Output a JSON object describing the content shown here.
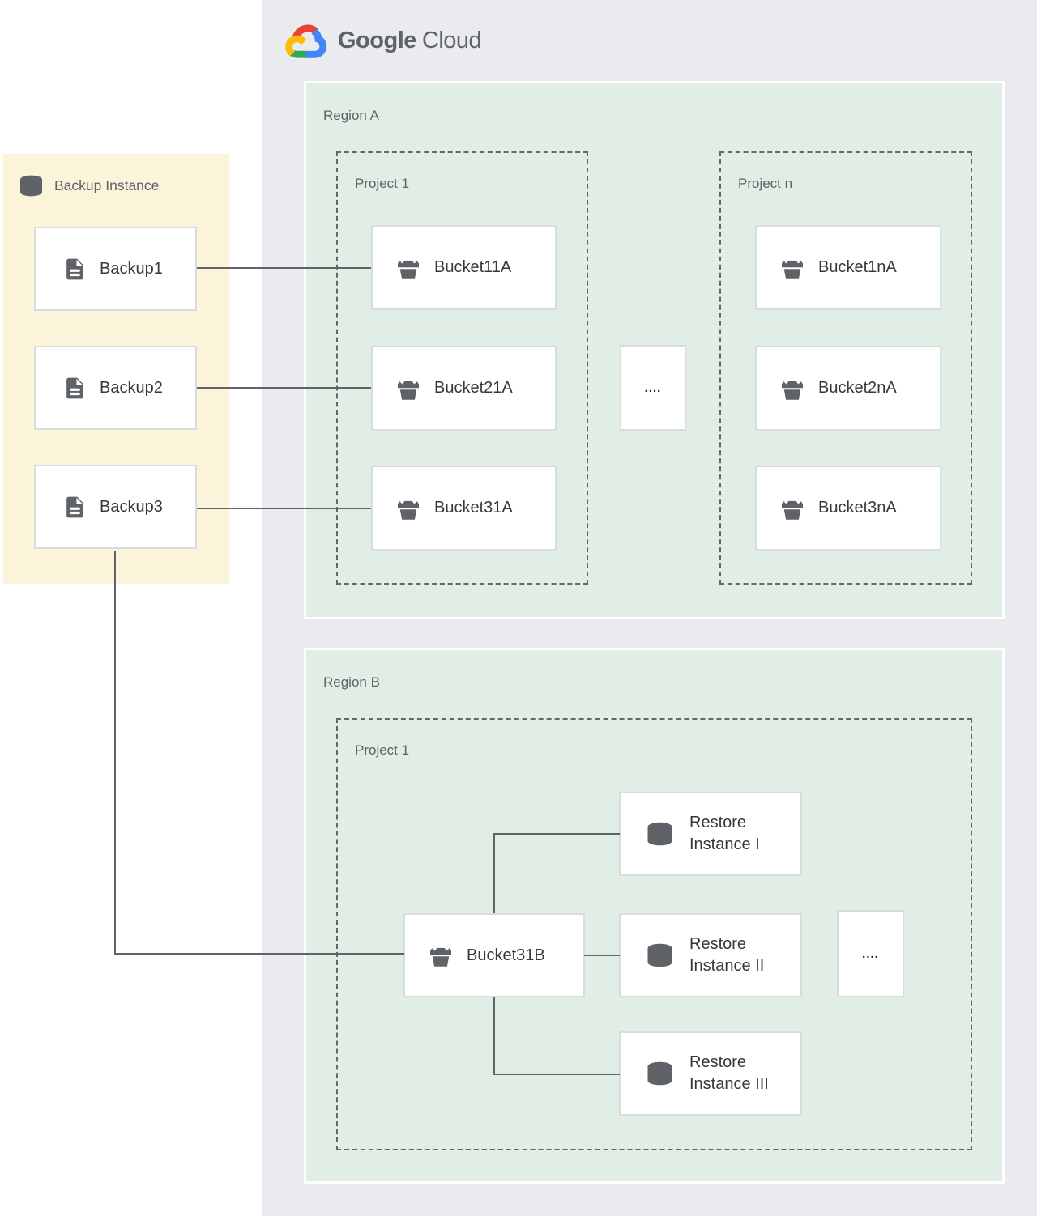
{
  "logo": {
    "google": "Google",
    "cloud": "Cloud"
  },
  "backup_panel": {
    "title": "Backup Instance",
    "items": [
      {
        "label": "Backup1"
      },
      {
        "label": "Backup2"
      },
      {
        "label": "Backup3"
      }
    ]
  },
  "region_a": {
    "label": "Region A",
    "project_1": {
      "label": "Project 1",
      "buckets": [
        {
          "label": "Bucket11A"
        },
        {
          "label": "Bucket21A"
        },
        {
          "label": "Bucket31A"
        }
      ]
    },
    "project_n": {
      "label": "Project n",
      "buckets": [
        {
          "label": "Bucket1nA"
        },
        {
          "label": "Bucket2nA"
        },
        {
          "label": "Bucket3nA"
        }
      ]
    },
    "ellipsis": "...."
  },
  "region_b": {
    "label": "Region B",
    "project_1": {
      "label": "Project 1",
      "bucket": {
        "label": "Bucket31B"
      },
      "restore_instances": [
        {
          "label": "Restore Instance I"
        },
        {
          "label": "Restore Instance II"
        },
        {
          "label": "Restore Instance III"
        }
      ],
      "ellipsis": "...."
    }
  },
  "icons": {
    "logo": "google-cloud-icon",
    "backup_header": "database-icon",
    "backup_item": "document-icon",
    "bucket": "bucket-icon",
    "restore_item": "database-icon"
  },
  "colors": {
    "canvas_gray": "#e9ebee",
    "region_green": "#e0eee6",
    "backup_yellow": "#fcf4da",
    "icon_gray": "#5f6368",
    "label_gray": "#5f6368",
    "node_text": "#36383a",
    "node_border": "#d9dbde",
    "connector": "#5f6368"
  }
}
